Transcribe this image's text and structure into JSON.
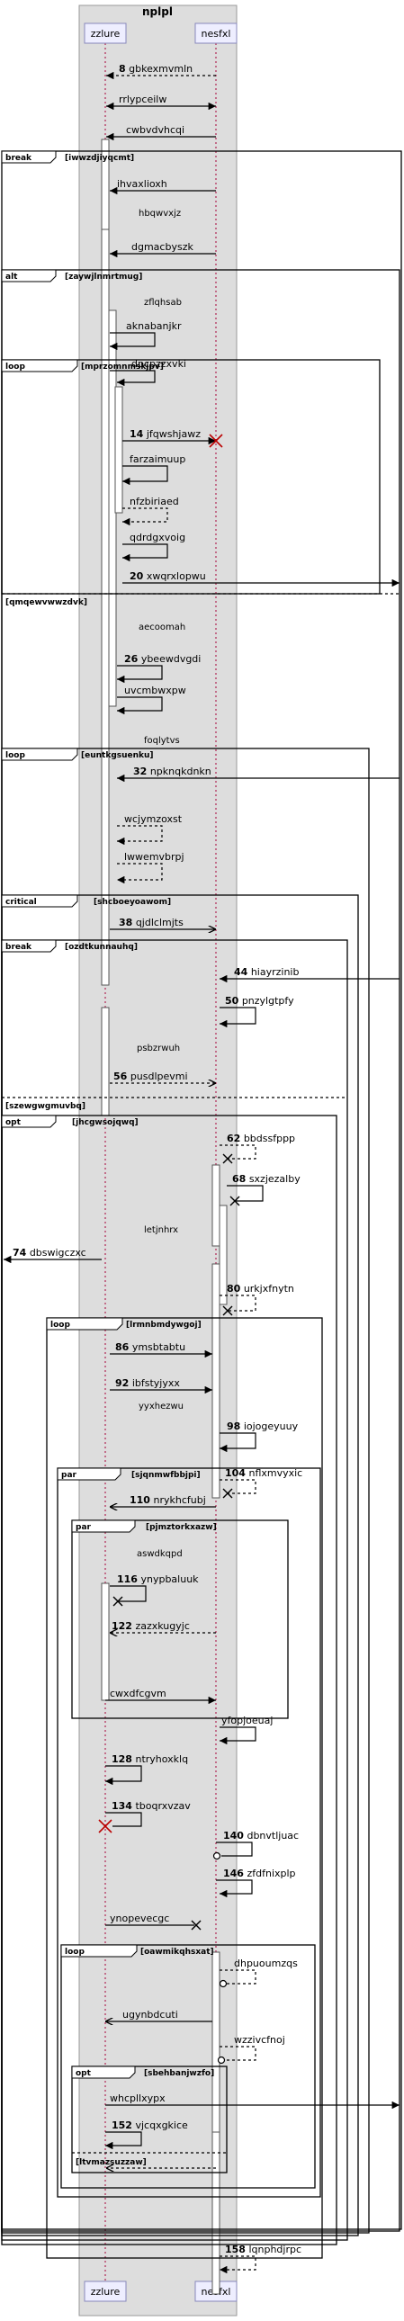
{
  "title": "nplpl",
  "participants": [
    "zzlure",
    "nesfxl"
  ],
  "messages": [
    {
      "num": "8",
      "text": "gbkexmvmln"
    },
    {
      "num": "",
      "text": "rrlypceilw"
    },
    {
      "num": "",
      "text": "cwbvdvhcqi"
    },
    {
      "num": "",
      "text": "ihvaxlioxh"
    },
    {
      "num": "",
      "text": "dgmacbyszk"
    },
    {
      "num": "",
      "text": "aknabanjkr"
    },
    {
      "num": "",
      "text": "dpcpzzxvki"
    },
    {
      "num": "14",
      "text": "jfqwshjawz"
    },
    {
      "num": "",
      "text": "farzaimuup"
    },
    {
      "num": "",
      "text": "nfzbiriaed"
    },
    {
      "num": "",
      "text": "qdrdgxvoig"
    },
    {
      "num": "20",
      "text": "xwqrxlopwu"
    },
    {
      "num": "26",
      "text": "ybeewdvgdi"
    },
    {
      "num": "",
      "text": "uvcmbwxpw"
    },
    {
      "num": "32",
      "text": "npknqkdnkn"
    },
    {
      "num": "",
      "text": "wcjymzoxst"
    },
    {
      "num": "",
      "text": "lwwemvbrpj"
    },
    {
      "num": "38",
      "text": "qjdlclmjts"
    },
    {
      "num": "44",
      "text": "hiayrzinib"
    },
    {
      "num": "50",
      "text": "pnzylgtpfy"
    },
    {
      "num": "56",
      "text": "pusdlpevmi"
    },
    {
      "num": "62",
      "text": "bbdssfppp"
    },
    {
      "num": "68",
      "text": "sxzjezalby"
    },
    {
      "num": "74",
      "text": "dbswigczxc"
    },
    {
      "num": "80",
      "text": "urkjxfnytn"
    },
    {
      "num": "86",
      "text": "ymsbtabtu"
    },
    {
      "num": "92",
      "text": "ibfstyjyxx"
    },
    {
      "num": "98",
      "text": "iojogeyuuy"
    },
    {
      "num": "104",
      "text": "nflxmvyxic"
    },
    {
      "num": "110",
      "text": "nrykhcfubj"
    },
    {
      "num": "116",
      "text": "ynypbaluuk"
    },
    {
      "num": "122",
      "text": "zazxkugyjc"
    },
    {
      "num": "",
      "text": "cwxdfcgvm"
    },
    {
      "num": "",
      "text": "yfopjoeuaj"
    },
    {
      "num": "128",
      "text": "ntryhoxklq"
    },
    {
      "num": "134",
      "text": "tboqrxvzav"
    },
    {
      "num": "140",
      "text": "dbnvtljuac"
    },
    {
      "num": "146",
      "text": "zfdfnixplp"
    },
    {
      "num": "",
      "text": "ynopevecgc"
    },
    {
      "num": "",
      "text": "dhpuoumzqs"
    },
    {
      "num": "",
      "text": "ugynbdcuti"
    },
    {
      "num": "",
      "text": "wzzivcfnoj"
    },
    {
      "num": "",
      "text": "whcpllxypx"
    },
    {
      "num": "152",
      "text": "vjcqxgkice"
    },
    {
      "num": "158",
      "text": "lqnphdjrpc"
    }
  ],
  "dividers": [
    "hbqwvxjz",
    "zflqhsab",
    "aecoomah",
    "foqlytvs",
    "psbzrwuh",
    "letjnhrx",
    "yyxhezwu",
    "aswdkqpd"
  ],
  "fragments": [
    {
      "kind": "break",
      "guard": "[iwwzdjiyqcmt]"
    },
    {
      "kind": "alt",
      "guard": "[zaywjlnmrtmug]"
    },
    {
      "kind": "loop",
      "guard": "[mprzomnmskjpv]"
    },
    {
      "kind": "",
      "guard": "[qmqewvwwzdvk]"
    },
    {
      "kind": "loop",
      "guard": "[euntkgsuenku]"
    },
    {
      "kind": "critical",
      "guard": "[shcboeyoawom]"
    },
    {
      "kind": "break",
      "guard": "[ozdtkunnauhq]"
    },
    {
      "kind": "",
      "guard": "[szewgwgmuvbq]"
    },
    {
      "kind": "opt",
      "guard": "[jhcgwsojqwq]"
    },
    {
      "kind": "loop",
      "guard": "[lrmnbmdywgoj]"
    },
    {
      "kind": "par",
      "guard": "[sjqnmwfbbjpi]"
    },
    {
      "kind": "par",
      "guard": "[pjmztorkxazw]"
    },
    {
      "kind": "loop",
      "guard": "[oawmikqhsxat]"
    },
    {
      "kind": "opt",
      "guard": "[sbehbanjwzfo]"
    },
    {
      "kind": "",
      "guard": "[ltvmazsuzzaw]"
    }
  ]
}
